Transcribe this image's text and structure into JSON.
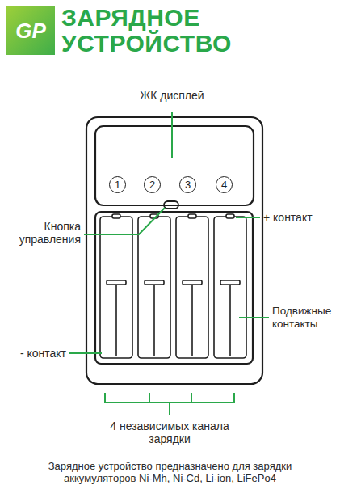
{
  "diagram": {
    "title": "ЗАРЯДНОЕ УСТРОЙСТВО",
    "caption": "Зарядное устройство предназначено для зарядки аккумуляторов Ni-Mh, Ni-Cd, Li-ion, LiFePo4",
    "nodes": [
      {
        "text": [
          "GP"
        ]
      },
      {
        "text": [
          "1"
        ]
      },
      {
        "text": [
          "2"
        ]
      },
      {
        "text": [
          "3"
        ]
      },
      {
        "text": [
          "4"
        ]
      }
    ],
    "labels": [
      "ЖК дисплей",
      "Кнопка управления",
      "+ контакт",
      "Подвижные контакты",
      "- контакт",
      "4 независимых канала зарядки"
    ]
  }
}
